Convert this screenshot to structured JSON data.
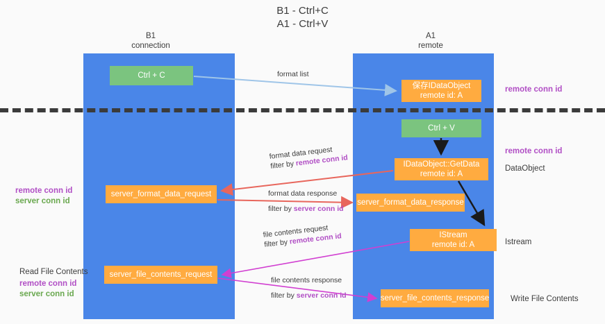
{
  "title": {
    "line1": "B1 - Ctrl+C",
    "line2": "A1 - Ctrl+V"
  },
  "columns": {
    "left": {
      "name": "B1",
      "role": "connection"
    },
    "right": {
      "name": "A1",
      "role": "remote"
    }
  },
  "nodes": {
    "ctrl_c": {
      "label": "Ctrl + C",
      "color": "#7bc47f"
    },
    "save_idataobject": {
      "line1": "保存IDataObject",
      "line2": "remote id: A",
      "color": "#ffab40"
    },
    "ctrl_v": {
      "label": "Ctrl + V",
      "color": "#7bc47f"
    },
    "getdata": {
      "line1": "IDataObject::GetData",
      "line2": "remote id: A",
      "color": "#ffab40"
    },
    "format_data_request": {
      "label": "server_format_data_request",
      "color": "#ffab40"
    },
    "format_data_response": {
      "label": "server_format_data_response",
      "color": "#ffab40"
    },
    "istream": {
      "line1": "IStream",
      "line2": "remote id: A",
      "color": "#ffab40"
    },
    "file_contents_request": {
      "label": "server_file_contents_request",
      "color": "#ffab40"
    },
    "file_contents_response": {
      "label": "server_file_contents_response",
      "color": "#ffab40"
    }
  },
  "edges": {
    "format_list": {
      "label": "format list"
    },
    "format_data_request": {
      "label": "format data request",
      "filter_prefix": "filter by ",
      "filter_key": "remote conn id"
    },
    "format_data_response": {
      "label": "format data response",
      "filter_prefix": "filter by ",
      "filter_key": "server conn id"
    },
    "file_contents_request": {
      "label": "file contents request",
      "filter_prefix": "filter by ",
      "filter_key": "remote conn id"
    },
    "file_contents_response": {
      "label": "file contents response",
      "filter_prefix": "filter by ",
      "filter_key": "server conn id"
    }
  },
  "annotations": {
    "right_remote_conn_id_top": "remote conn id",
    "right_remote_conn_id_mid": "remote conn id",
    "right_dataobject": "DataObject",
    "right_istream": "Istream",
    "right_write_file_contents": "Write File Contents",
    "left_remote_conn_id_mid": "remote conn id",
    "left_server_conn_id_mid": "server conn id",
    "left_read_file_contents": "Read File Contents",
    "left_remote_conn_id_bot": "remote conn id",
    "left_server_conn_id_bot": "server conn id"
  },
  "colors": {
    "lane": "#4a86e8",
    "node_green": "#7bc47f",
    "node_orange": "#ffab40",
    "key_purple": "#b14fc5",
    "key_green": "#6aa84f",
    "arrow_light_blue": "#9fc5e8",
    "arrow_red": "#e8665c",
    "arrow_magenta": "#d13fd1",
    "arrow_black": "#1a1a1a",
    "divider": "#3b3b3b",
    "background": "#fafafa"
  }
}
